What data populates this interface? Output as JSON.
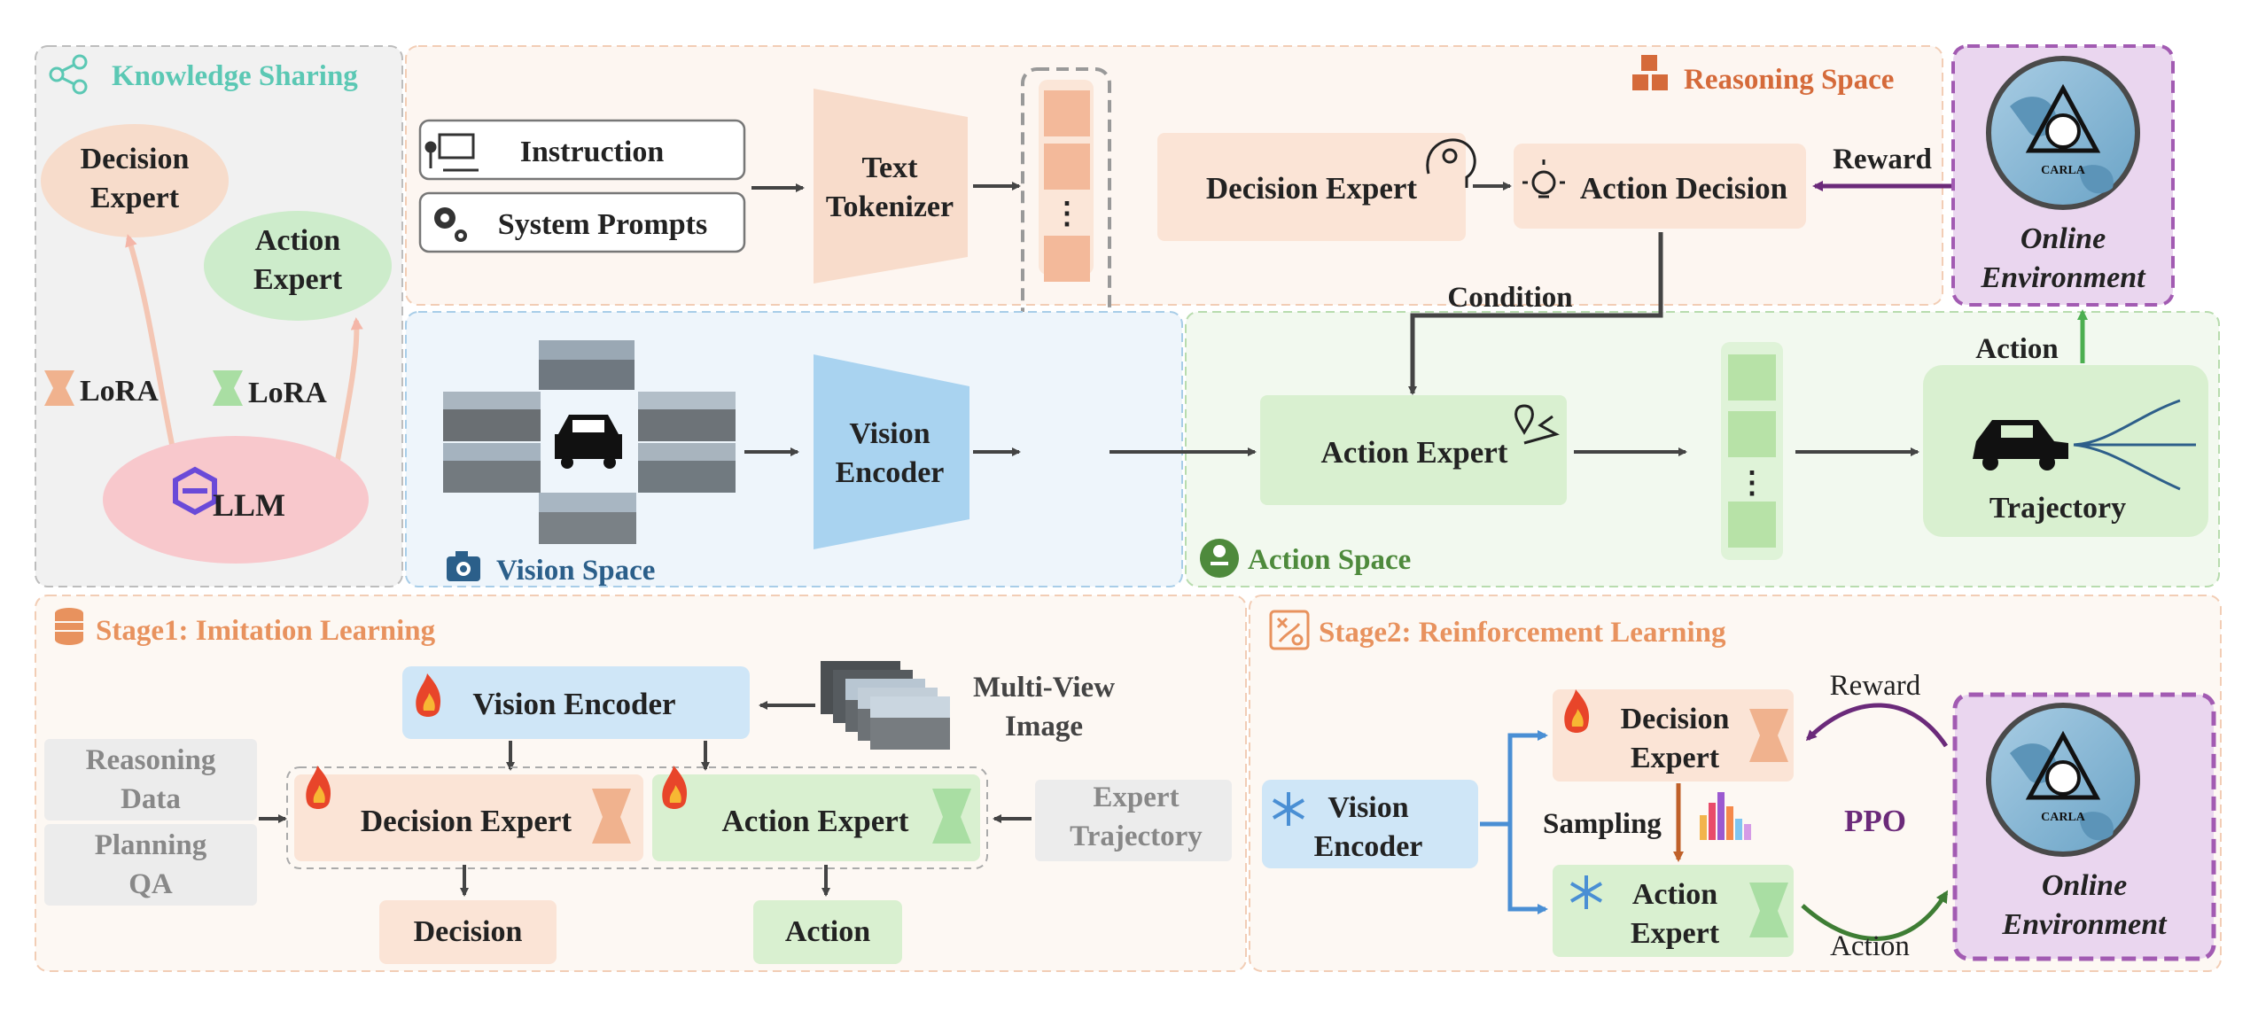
{
  "knowledge": {
    "title": "Knowledge Sharing",
    "decision_expert": [
      "Decision",
      "Expert"
    ],
    "action_expert": [
      "Action",
      "Expert"
    ],
    "lora_left": "LoRA",
    "lora_right": "LoRA",
    "llm": "LLM"
  },
  "reasoning": {
    "title": "Reasoning Space",
    "instruction": "Instruction",
    "system_prompts": "System Prompts",
    "text_tokenizer": [
      "Text",
      "Tokenizer"
    ],
    "decision_expert": "Decision Expert",
    "action_decision": "Action Decision",
    "reward": "Reward",
    "condition": "Condition",
    "dots": "⋮"
  },
  "online_env_top": {
    "carla": "CARLA",
    "label": [
      "Online",
      "Environment"
    ]
  },
  "vision": {
    "title": "Vision Space",
    "encoder": [
      "Vision",
      "Encoder"
    ],
    "dots": "⋮"
  },
  "action_space": {
    "title": "Action Space",
    "action_expert": "Action Expert",
    "trajectory": "Trajectory",
    "action": "Action",
    "dots": "⋮"
  },
  "stage1": {
    "title": "Stage1: Imitation Learning",
    "vision_encoder": "Vision Encoder",
    "multi_view": [
      "Multi-View",
      "Image"
    ],
    "reasoning_data": [
      "Reasoning",
      "Data"
    ],
    "planning_qa": [
      "Planning",
      "QA"
    ],
    "decision_expert": "Decision Expert",
    "action_expert": "Action Expert",
    "expert_trajectory": [
      "Expert",
      "Trajectory"
    ],
    "decision": "Decision",
    "action": "Action"
  },
  "stage2": {
    "title": "Stage2: Reinforcement Learning",
    "vision_encoder": [
      "Vision",
      "Encoder"
    ],
    "decision_expert": [
      "Decision",
      "Expert"
    ],
    "action_expert": [
      "Action",
      "Expert"
    ],
    "sampling": "Sampling",
    "ppo": "PPO",
    "reward": "Reward",
    "action": "Action",
    "carla": "CARLA",
    "online_env": [
      "Online",
      "Environment"
    ]
  },
  "colors": {
    "teal": "#5bc8b4",
    "orange": "#e8925e",
    "green": "#4e8a3c",
    "blue_dark": "#2b5f8a",
    "purple": "#6b2a7a",
    "peach_fill": "#fbe6d8",
    "blue_fill": "#cfe6f7",
    "green_fill": "#dff3d8",
    "purple_fill": "#ead6ef"
  }
}
